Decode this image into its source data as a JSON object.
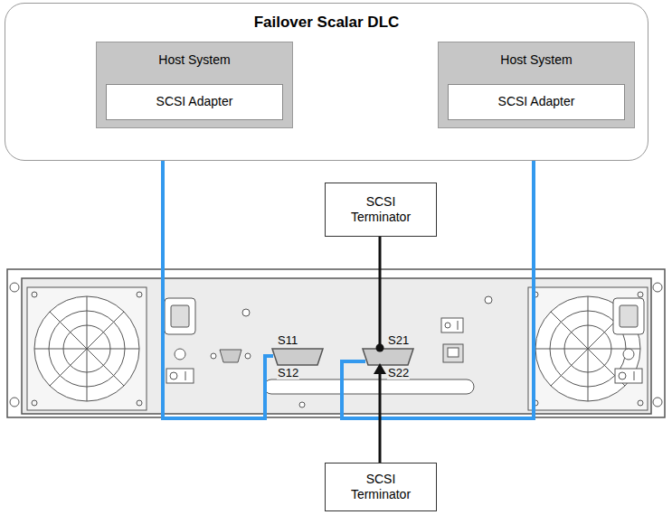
{
  "diagram": {
    "nodes": [
      {
        "text": [
          "Failover Scalar DLC"
        ]
      },
      {
        "text": [
          "Host System"
        ],
        "in": 0
      },
      {
        "text": [
          "SCSI Adapter"
        ],
        "in": 1
      },
      {
        "text": [
          "Host System"
        ],
        "in": 0
      },
      {
        "text": [
          "SCSI Adapter"
        ],
        "in": 3
      },
      {
        "text": [
          "SCSI Terminator"
        ]
      },
      {
        "text": [
          "SCSI Terminator"
        ]
      }
    ],
    "labels": [
      "S11",
      "S12",
      "S21",
      "S22"
    ]
  }
}
